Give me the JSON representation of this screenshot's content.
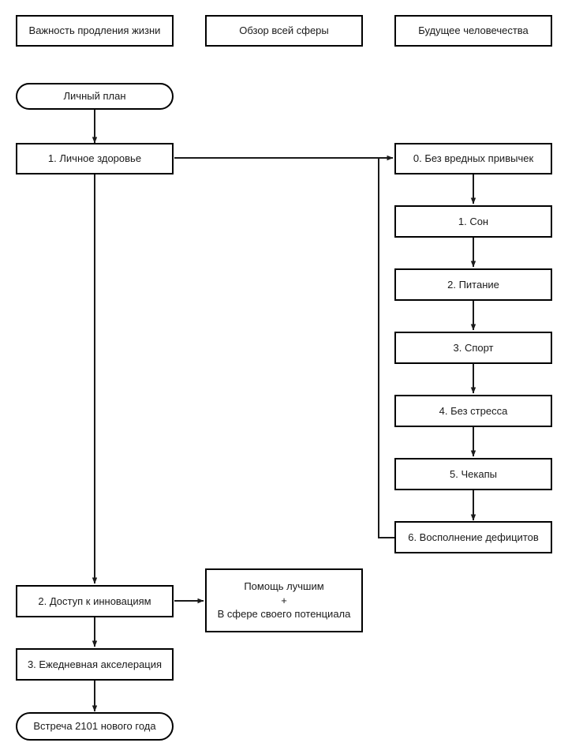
{
  "diagram": {
    "title": "Личный план",
    "type": "flowchart",
    "background_color": "#ffffff",
    "stroke_color": "#000000",
    "text_color": "#1a1a1a"
  },
  "header_notes": [
    {
      "id": "note-importance",
      "label": "Важность продления жизни"
    },
    {
      "id": "note-overview",
      "label": "Обзор всей сферы"
    },
    {
      "id": "note-future",
      "label": "Будущее человечества"
    }
  ],
  "main_flow": [
    {
      "id": "start",
      "label": "Личный план",
      "shape": "rounded"
    },
    {
      "id": "health",
      "label": "1. Личное здоровье",
      "shape": "rect"
    },
    {
      "id": "innovation",
      "label": "2. Доступ к инновациям",
      "shape": "rect"
    },
    {
      "id": "acceleration",
      "label": "3. Ежедневная акселерация",
      "shape": "rect"
    },
    {
      "id": "end",
      "label": "Встреча 2101 нового года",
      "shape": "rounded"
    }
  ],
  "health_substeps": [
    {
      "id": "habits",
      "label": "0. Без вредных привычек"
    },
    {
      "id": "sleep",
      "label": "1. Сон"
    },
    {
      "id": "nutrition",
      "label": "2. Питание"
    },
    {
      "id": "sport",
      "label": "3. Спорт"
    },
    {
      "id": "stress",
      "label": "4. Без стресса"
    },
    {
      "id": "checkups",
      "label": "5. Чекапы"
    },
    {
      "id": "deficits",
      "label": "6. Восполнение дефицитов"
    }
  ],
  "side_note": {
    "id": "help-note",
    "line1": "Помощь лучшим",
    "line2": "+",
    "line3": "В сфере своего потенциала",
    "label": "Помощь лучшим\n+\nВ сфере своего потенциала"
  },
  "edges": [
    {
      "from": "start",
      "to": "health",
      "kind": "arrow-down"
    },
    {
      "from": "health",
      "to": "habits",
      "kind": "arrow-right"
    },
    {
      "from": "health",
      "to": "innovation",
      "kind": "arrow-down"
    },
    {
      "from": "habits",
      "to": "sleep",
      "kind": "arrow-down"
    },
    {
      "from": "sleep",
      "to": "nutrition",
      "kind": "arrow-down"
    },
    {
      "from": "nutrition",
      "to": "sport",
      "kind": "arrow-down"
    },
    {
      "from": "sport",
      "to": "stress",
      "kind": "arrow-down"
    },
    {
      "from": "stress",
      "to": "checkups",
      "kind": "arrow-down"
    },
    {
      "from": "checkups",
      "to": "deficits",
      "kind": "arrow-down"
    },
    {
      "from": "deficits",
      "to": "habits",
      "kind": "loop-back"
    },
    {
      "from": "innovation",
      "to": "help-note",
      "kind": "arrow-right"
    },
    {
      "from": "innovation",
      "to": "acceleration",
      "kind": "arrow-down"
    },
    {
      "from": "acceleration",
      "to": "end",
      "kind": "arrow-down"
    }
  ]
}
